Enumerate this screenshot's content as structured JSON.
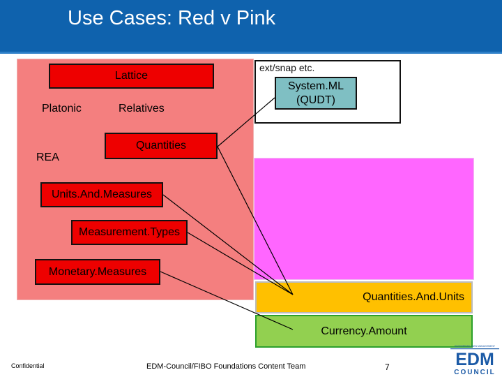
{
  "slide": {
    "title": "Use Cases: Red v Pink",
    "ext_label": "ext/snap etc.",
    "boxes": {
      "lattice": "Lattice",
      "platonic": "Platonic",
      "relatives": "Relatives",
      "rea": "REA",
      "quantities": "Quantities",
      "units_and_measures": "Units.And.Measures",
      "measurement_types": "Measurement.Types",
      "monetary_measures": "Monetary.Measures",
      "systemml": "System.ML (QUDT)",
      "quantities_and_units": "Quantities.And.Units",
      "currency_amount": "Currency.Amount"
    }
  },
  "footer": {
    "confidential": "Confidential",
    "team": "EDM-Council/FIBO Foundations Content Team",
    "page_number": "7"
  },
  "logo": {
    "text_top": "EDM",
    "text_bottom": "COUNCIL",
    "tagline": "ENTERPRISE DATA MANAGEMENT"
  },
  "colors": {
    "header": "#0f62ad",
    "red_region": "#f47f7f",
    "pink_region": "#ff66ff",
    "red_box": "#ee0000",
    "teal_box": "#7fbfc3",
    "orange_box": "#ffc000",
    "green_box": "#92d050",
    "logo_blue": "#1b5aa6"
  }
}
